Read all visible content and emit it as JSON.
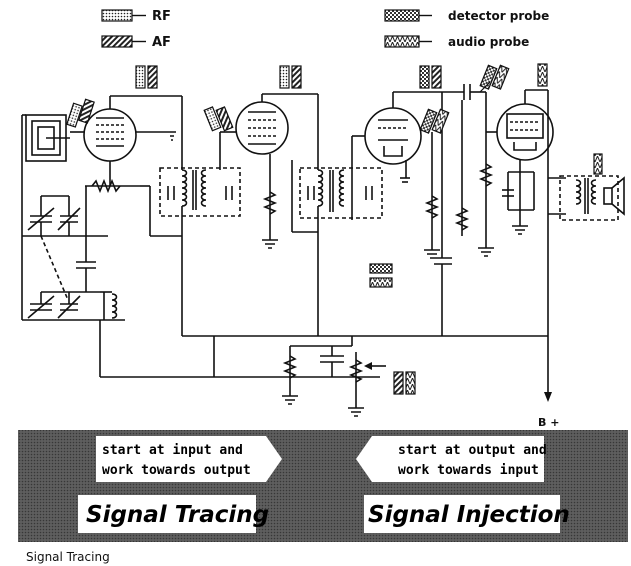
{
  "legend": {
    "rf": "RF",
    "af": "AF",
    "detector": "detector probe",
    "audio": "audio probe"
  },
  "labels": {
    "b_plus": "B +"
  },
  "banner": {
    "tracing_line1": "start at input and",
    "tracing_line2": "work towards output",
    "injection_line1": "start at output and",
    "injection_line2": "work towards input",
    "tracing_title": "Signal Tracing",
    "injection_title": "Signal Injection"
  },
  "caption": "Signal Tracing",
  "colors": {
    "ink": "#111111",
    "banner_bg": "#3b3b3b",
    "rf_fill": "#cfcfcf",
    "af_fill": "#7a7a7a"
  }
}
